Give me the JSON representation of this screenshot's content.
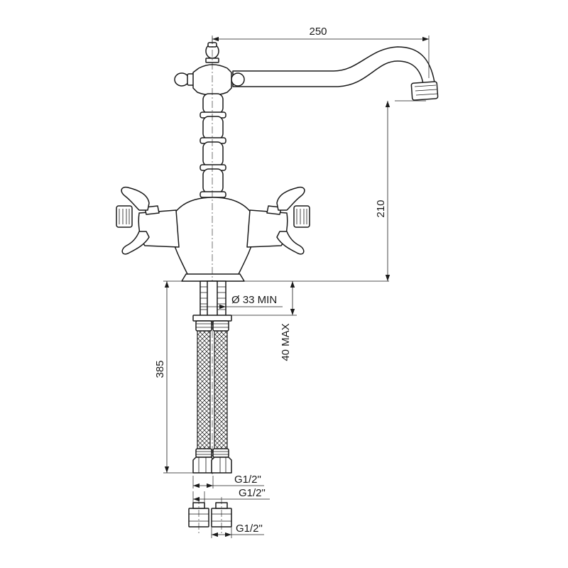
{
  "dimensions": {
    "spout_reach": "250",
    "spout_height": "210",
    "total_height": "385",
    "hole_diameter": "Ø 33 MIN",
    "deck_thickness": "40 MAX",
    "thread_hose": "G1/2\"",
    "thread_inlet_top": "G1/2\"",
    "thread_inlet_bottom": "G1/2\""
  }
}
